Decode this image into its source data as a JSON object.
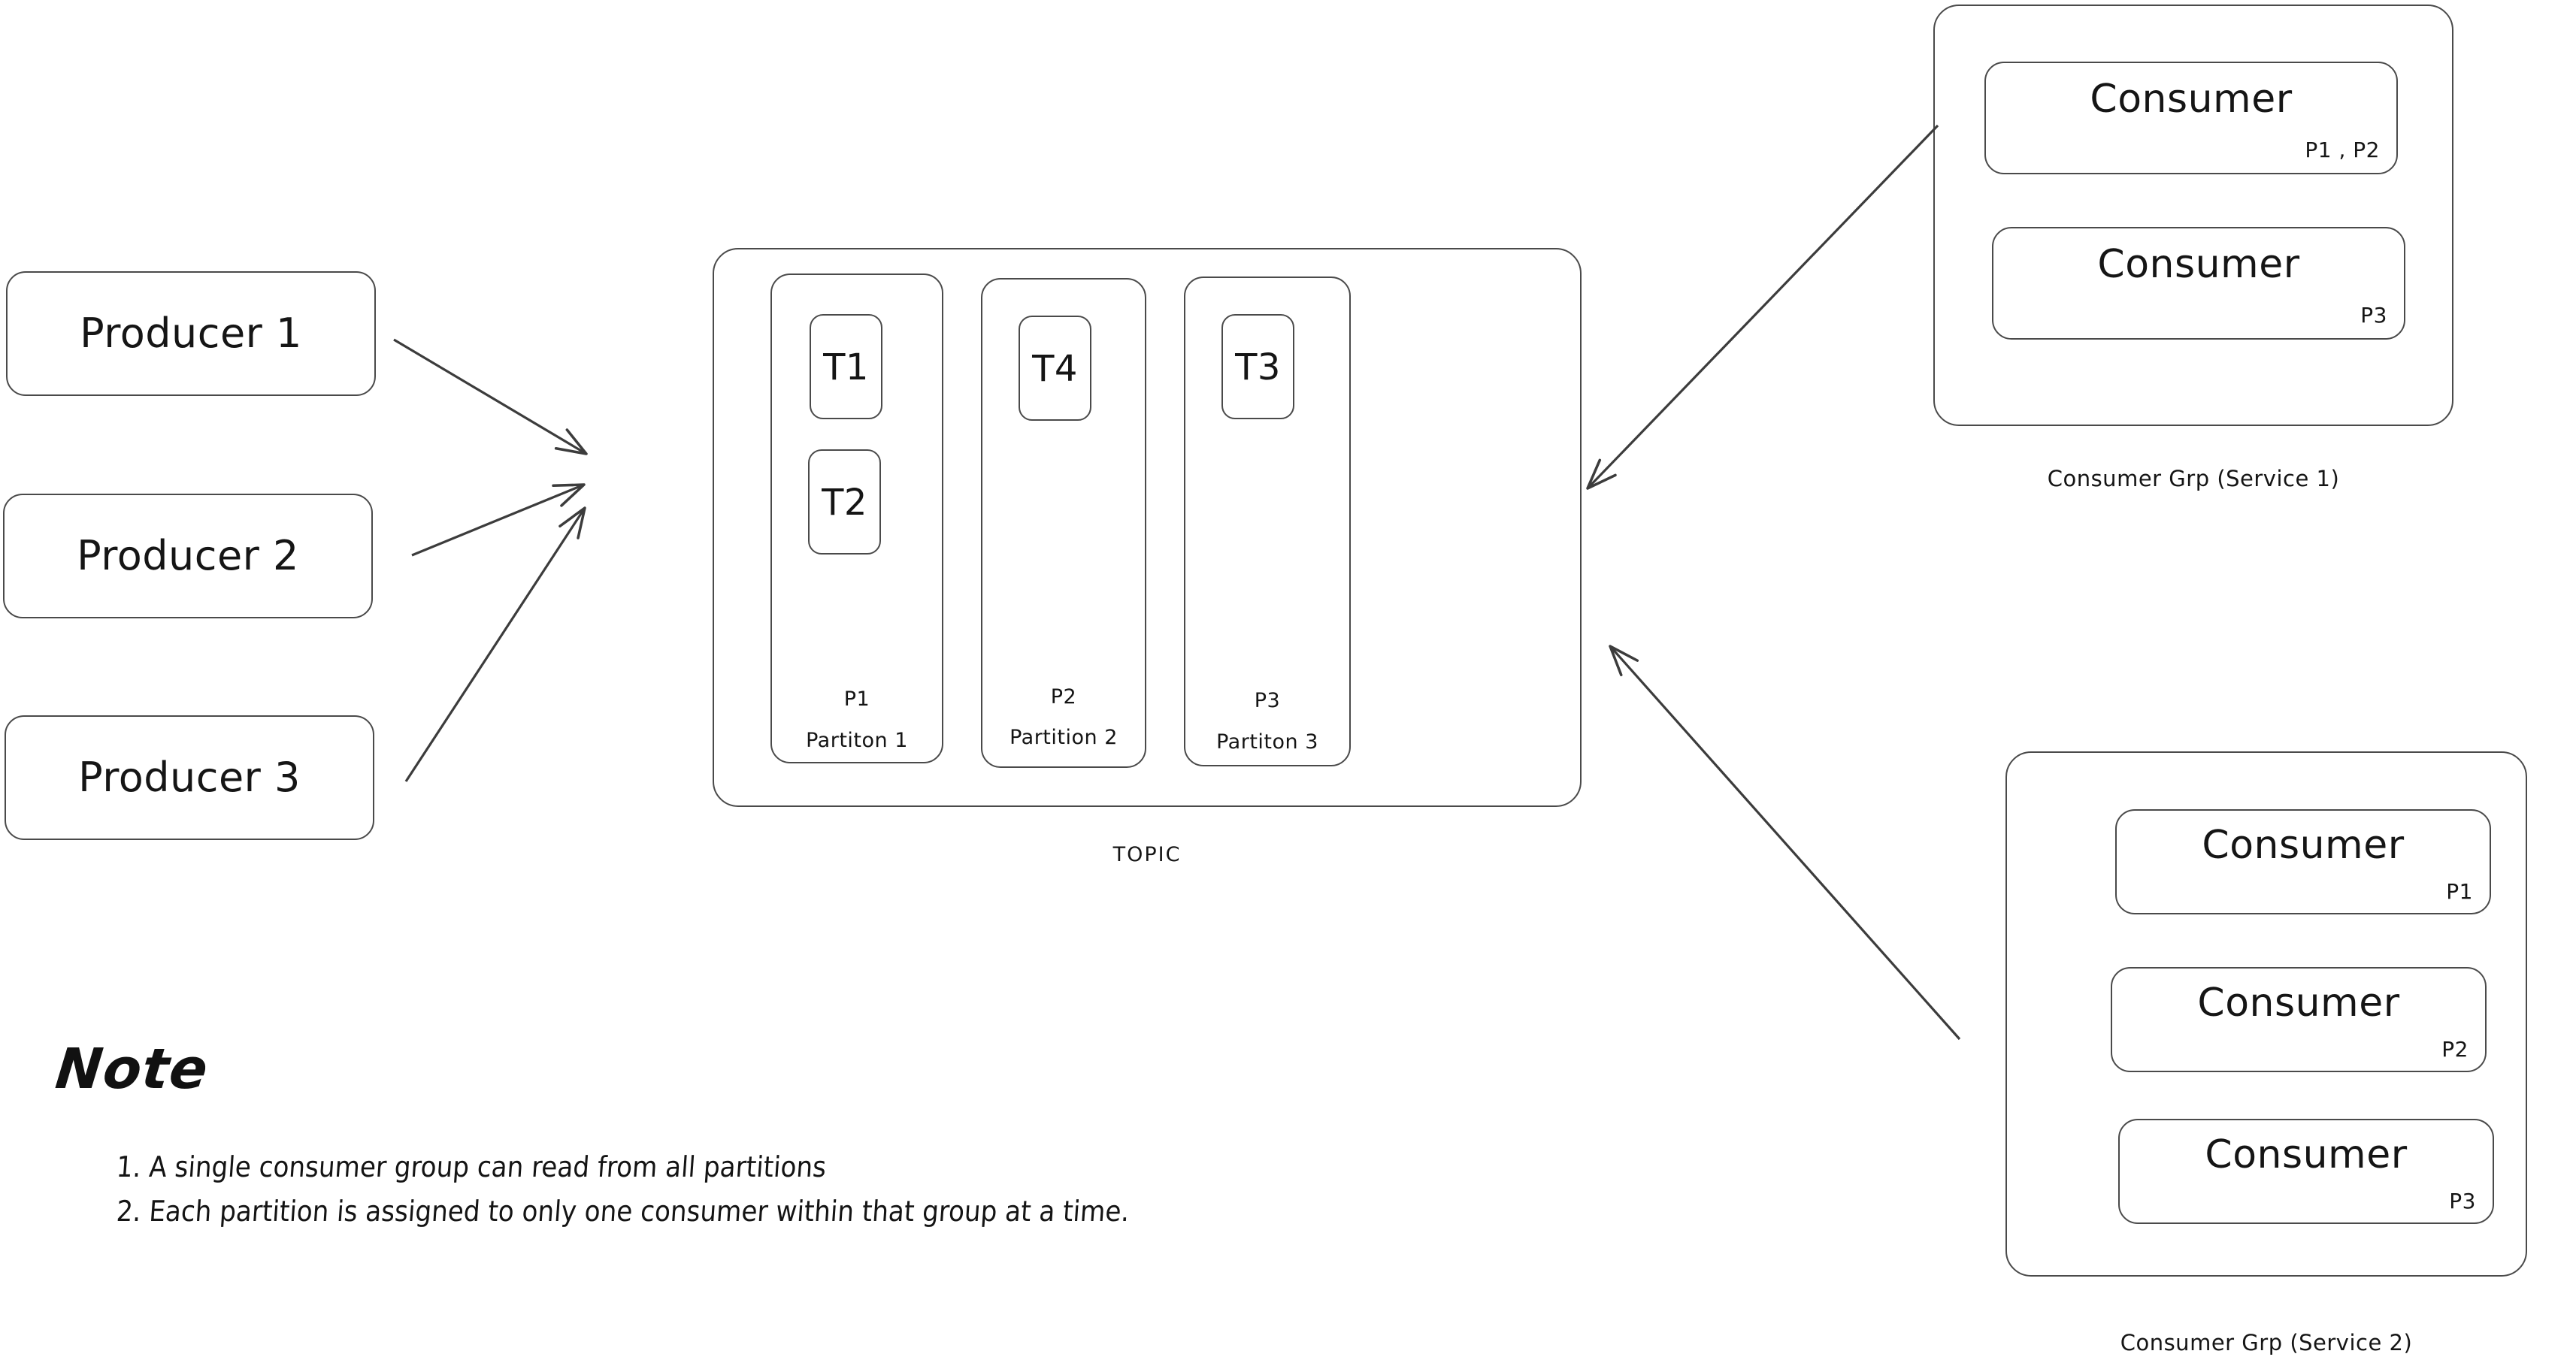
{
  "diagram": {
    "title_note": "Note",
    "notes": [
      "1. A single consumer group can read from all partitions",
      "2. Each partition is assigned to only one consumer within that group at a time."
    ]
  },
  "producers": [
    {
      "label": "Producer 1"
    },
    {
      "label": "Producer 2"
    },
    {
      "label": "Producer 3"
    }
  ],
  "topic": {
    "caption": "TOPIC",
    "partitions": [
      {
        "code": "P1",
        "name": "Partiton 1",
        "messages": [
          {
            "label": "T1"
          },
          {
            "label": "T2"
          }
        ]
      },
      {
        "code": "P2",
        "name": "Partition 2",
        "messages": [
          {
            "label": "T4"
          }
        ]
      },
      {
        "code": "P3",
        "name": "Partiton 3",
        "messages": [
          {
            "label": "T3"
          }
        ]
      }
    ]
  },
  "consumer_groups": [
    {
      "caption": "Consumer Grp (Service 1)",
      "consumers": [
        {
          "label": "Consumer",
          "assignment": "P1 , P2"
        },
        {
          "label": "Consumer",
          "assignment": "P3"
        }
      ]
    },
    {
      "caption": "Consumer Grp (Service 2)",
      "consumers": [
        {
          "label": "Consumer",
          "assignment": "P1"
        },
        {
          "label": "Consumer",
          "assignment": "P2"
        },
        {
          "label": "Consumer",
          "assignment": "P3"
        }
      ]
    }
  ],
  "colors": {
    "stroke": "#4a4a4a",
    "arrow": "#3c3c3c",
    "text": "#151515",
    "background": "#ffffff"
  }
}
